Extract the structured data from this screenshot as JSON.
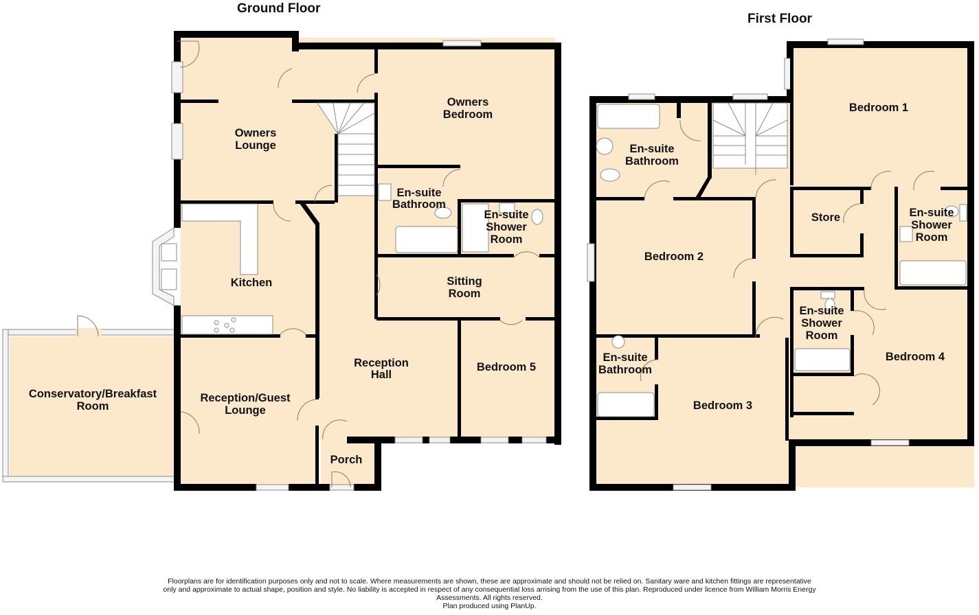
{
  "floors": {
    "ground": {
      "title": "Ground Floor",
      "rooms": {
        "owners_lounge": "Owners\nLounge",
        "owners_bedroom": "Owners\nBedroom",
        "ensuite_bathroom": "En-suite\nBathroom",
        "ensuite_shower_room": "En-suite\nShower\nRoom",
        "kitchen": "Kitchen",
        "sitting_room": "Sitting\nRoom",
        "reception_hall": "Reception\nHall",
        "bedroom_5": "Bedroom 5",
        "conservatory": "Conservatory/Breakfast\nRoom",
        "reception_guest_lounge": "Reception/Guest\nLounge",
        "porch": "Porch"
      }
    },
    "first": {
      "title": "First Floor",
      "rooms": {
        "ensuite_bathroom_1": "En-suite\nBathroom",
        "bedroom_1": "Bedroom 1",
        "store": "Store",
        "ensuite_shower_room_1": "En-suite\nShower\nRoom",
        "bedroom_2": "Bedroom 2",
        "ensuite_shower_room_2": "En-suite\nShower\nRoom",
        "bedroom_4": "Bedroom 4",
        "ensuite_bathroom_2": "En-suite\nBathroom",
        "bedroom_3": "Bedroom 3"
      }
    }
  },
  "footer": {
    "line1": "Floorplans are for identification purposes only and not to scale. Where measurements are shown, these are approximate and should not be relied on. Sanitary ware and kitchen fittings are representative",
    "line2": "only and approximate to actual shape, position and style. No liability is accepted in respect of any consequential loss arrising from the use of this plan. Reproduced under licence from William Morris Energy",
    "line3": "Assessments. All rights reserved.",
    "line4": "Plan produced using PlanUp."
  },
  "colors": {
    "room_fill": "#fce9cc",
    "wall": "#000000"
  }
}
